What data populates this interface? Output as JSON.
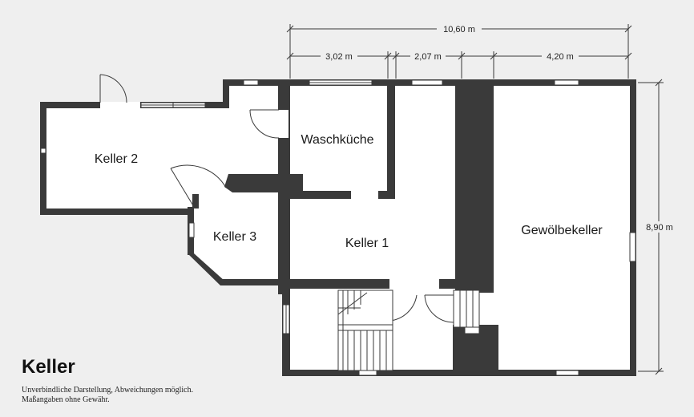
{
  "plan": {
    "title": "Keller",
    "disclaimer": [
      "Unverbindliche Darstellung, Abweichungen möglich.",
      "Maßangaben ohne Gewähr."
    ],
    "rooms": {
      "keller2": "Keller 2",
      "waschkueche": "Waschküche",
      "keller3": "Keller 3",
      "keller1": "Keller 1",
      "gewoelbekeller": "Gewölbekeller"
    },
    "dimensions": {
      "total_width": "10,60 m",
      "seg1": "3,02 m",
      "seg2": "2,07 m",
      "seg3": "4,20 m",
      "height": "8,90 m"
    }
  },
  "colors": {
    "wall": "#3a3a3a",
    "background": "#efefef",
    "floor": "#ffffff"
  }
}
